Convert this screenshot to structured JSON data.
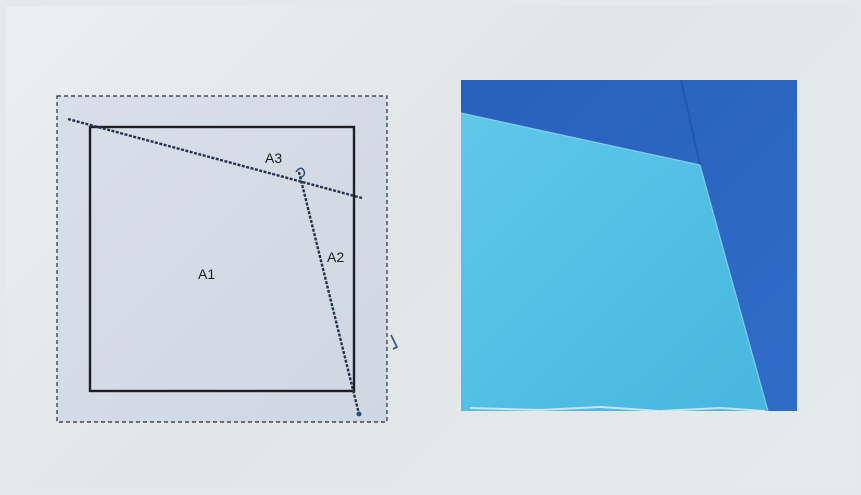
{
  "pattern": {
    "labels": {
      "a1": "A1",
      "a2": "A2",
      "a3": "A3"
    },
    "colors": {
      "paper": "#d6dde6",
      "line": "#1d1f24",
      "pencil": "#2a4f78"
    }
  },
  "fabric": {
    "colors": {
      "light_blue": "#4fc2e6",
      "dark_blue": "#2c66c2"
    }
  }
}
